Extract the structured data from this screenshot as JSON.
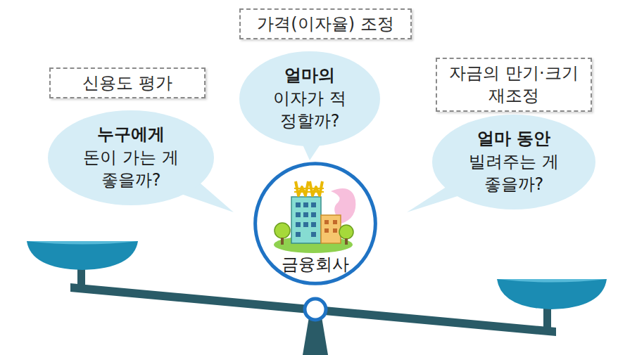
{
  "diagram": {
    "nodes": [
      {
        "text": [
          "가격(이자율) 조정"
        ]
      },
      {
        "text": [
          "신용도 평가"
        ]
      },
      {
        "text": [
          "자금의 만기·크기 재조정"
        ]
      },
      {
        "text": [
          "누구에게",
          "돈이 가는 게 좋을까?"
        ]
      },
      {
        "text": [
          "얼마의",
          "이자가 적정할까?"
        ]
      },
      {
        "text": [
          "얼마 동안",
          "빌려주는 게 좋을까?"
        ]
      },
      {
        "text": [
          "금융회사"
        ]
      }
    ]
  }
}
